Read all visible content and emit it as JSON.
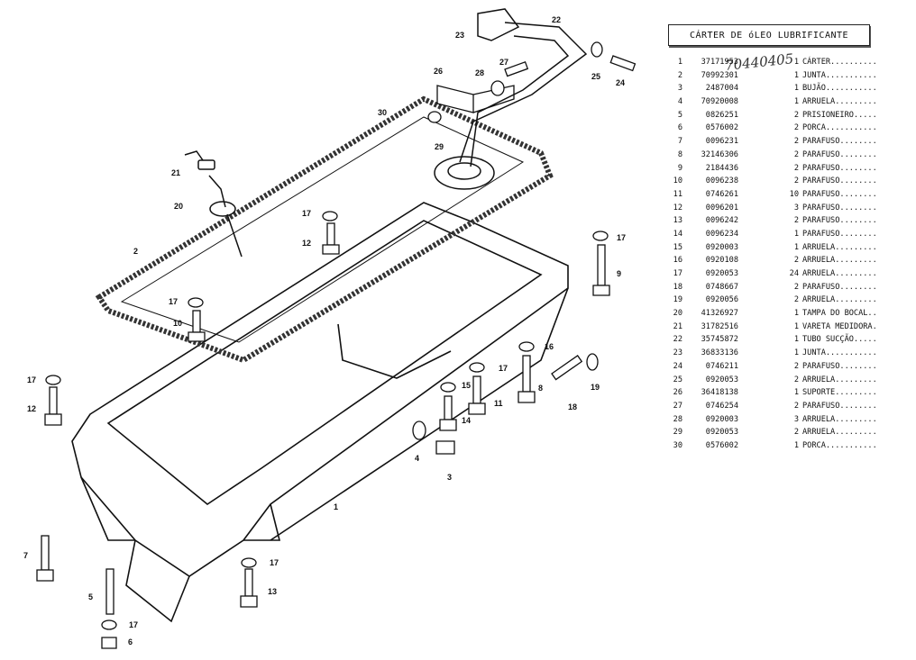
{
  "title": "CÁRTER DE óLEO LUBRIFICANTE",
  "handwritten_note": "70440405",
  "parts": [
    {
      "idx": "1",
      "code": "37171953",
      "qty": "1",
      "desc": "CÁRTER.........."
    },
    {
      "idx": "2",
      "code": "70992301",
      "qty": "1",
      "desc": "JUNTA..........."
    },
    {
      "idx": "3",
      "code": "2487004",
      "qty": "1",
      "desc": "BUJÃO..........."
    },
    {
      "idx": "4",
      "code": "70920008",
      "qty": "1",
      "desc": "ARRUELA........."
    },
    {
      "idx": "5",
      "code": "0826251",
      "qty": "2",
      "desc": "PRISIONEIRO....."
    },
    {
      "idx": "6",
      "code": "0576002",
      "qty": "2",
      "desc": "PORCA..........."
    },
    {
      "idx": "7",
      "code": "0096231",
      "qty": "2",
      "desc": "PARAFUSO........"
    },
    {
      "idx": "8",
      "code": "32146306",
      "qty": "2",
      "desc": "PARAFUSO........"
    },
    {
      "idx": "9",
      "code": "2184436",
      "qty": "2",
      "desc": "PARAFUSO........"
    },
    {
      "idx": "10",
      "code": "0096238",
      "qty": "2",
      "desc": "PARAFUSO........"
    },
    {
      "idx": "11",
      "code": "0746261",
      "qty": "10",
      "desc": "PARAFUSO........"
    },
    {
      "idx": "12",
      "code": "0096201",
      "qty": "3",
      "desc": "PARAFUSO........"
    },
    {
      "idx": "13",
      "code": "0096242",
      "qty": "2",
      "desc": "PARAFUSO........"
    },
    {
      "idx": "14",
      "code": "0096234",
      "qty": "1",
      "desc": "PARAFUSO........"
    },
    {
      "idx": "15",
      "code": "0920003",
      "qty": "1",
      "desc": "ARRUELA........."
    },
    {
      "idx": "16",
      "code": "0920108",
      "qty": "2",
      "desc": "ARRUELA........."
    },
    {
      "idx": "17",
      "code": "0920053",
      "qty": "24",
      "desc": "ARRUELA........."
    },
    {
      "idx": "18",
      "code": "0748667",
      "qty": "2",
      "desc": "PARAFUSO........"
    },
    {
      "idx": "19",
      "code": "0920056",
      "qty": "2",
      "desc": "ARRUELA........."
    },
    {
      "idx": "20",
      "code": "41326927",
      "qty": "1",
      "desc": "TAMPA DO BOCAL.."
    },
    {
      "idx": "21",
      "code": "31782516",
      "qty": "1",
      "desc": "VARETA MEDIDORA."
    },
    {
      "idx": "22",
      "code": "35745872",
      "qty": "1",
      "desc": "TUBO SUCÇÃO....."
    },
    {
      "idx": "23",
      "code": "36833136",
      "qty": "1",
      "desc": "JUNTA..........."
    },
    {
      "idx": "24",
      "code": "0746211",
      "qty": "2",
      "desc": "PARAFUSO........"
    },
    {
      "idx": "25",
      "code": "0920053",
      "qty": "2",
      "desc": "ARRUELA........."
    },
    {
      "idx": "26",
      "code": "36418138",
      "qty": "1",
      "desc": "SUPORTE........."
    },
    {
      "idx": "27",
      "code": "0746254",
      "qty": "2",
      "desc": "PARAFUSO........"
    },
    {
      "idx": "28",
      "code": "0920003",
      "qty": "3",
      "desc": "ARRUELA........."
    },
    {
      "idx": "29",
      "code": "0920053",
      "qty": "2",
      "desc": "ARRUELA........."
    },
    {
      "idx": "30",
      "code": "0576002",
      "qty": "1",
      "desc": "PORCA..........."
    }
  ],
  "callouts": [
    "1",
    "2",
    "3",
    "4",
    "5",
    "6",
    "7",
    "8",
    "9",
    "10",
    "11",
    "12",
    "12",
    "13",
    "14",
    "15",
    "16",
    "17",
    "17",
    "17",
    "17",
    "17",
    "17",
    "17",
    "18",
    "19",
    "20",
    "21",
    "22",
    "23",
    "24",
    "25",
    "26",
    "27",
    "28",
    "29",
    "30"
  ]
}
